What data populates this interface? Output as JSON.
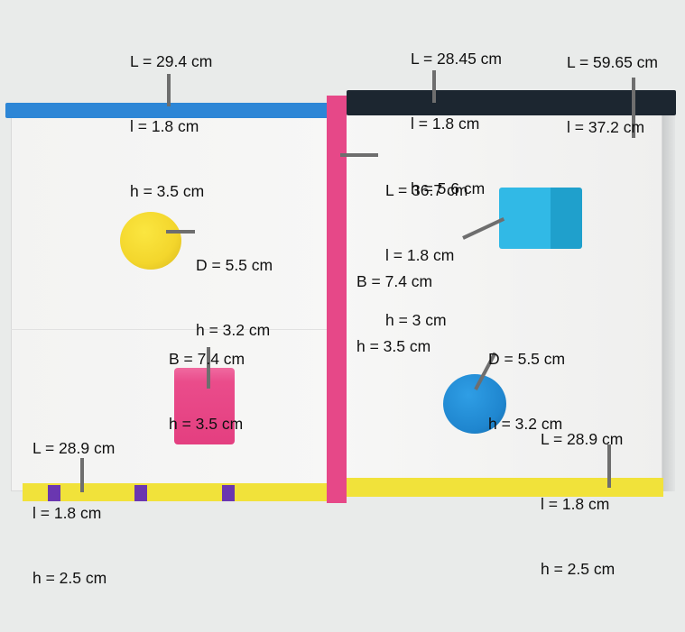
{
  "labels": {
    "blue_bar": [
      "L = 29.4 cm",
      "l = 1.8 cm",
      "h = 3.5 cm"
    ],
    "black_bar": [
      "L = 28.45 cm",
      "l = 1.8 cm",
      "h = 5.6 cm"
    ],
    "board": [
      "L = 59.65 cm",
      "l = 37.2 cm"
    ],
    "pink_bar": [
      "L = 36.7 cm",
      "l = 1.8 cm",
      "h = 3 cm"
    ],
    "yellow_ball": [
      "D = 5.5 cm",
      "h = 3.2 cm"
    ],
    "blue_cube": [
      "B = 7.4 cm",
      "h = 3.5 cm"
    ],
    "pink_cube": [
      "B = 7.4 cm",
      "h = 3.5 cm"
    ],
    "blue_ball": [
      "D = 5.5 cm",
      "h = 3.2 cm"
    ],
    "yellow_bar_left": [
      "L = 28.9 cm",
      "l = 1.8 cm",
      "h = 2.5 cm"
    ],
    "yellow_bar_right": [
      "L = 28.9 cm",
      "l = 1.8 cm",
      "h = 2.5 cm"
    ]
  },
  "colors": {
    "blue_bar": "#2d86d6",
    "black_bar": "#1c2630",
    "pink_bar": "#e64888",
    "yellow_bar": "#f1e23a",
    "purple_marker": "#6a37b0",
    "yellow_ball": "#f3d62c",
    "blue_ball": "#1f86cf",
    "blue_cube": "#31b9e6",
    "pink_cube": "#e43f80"
  }
}
